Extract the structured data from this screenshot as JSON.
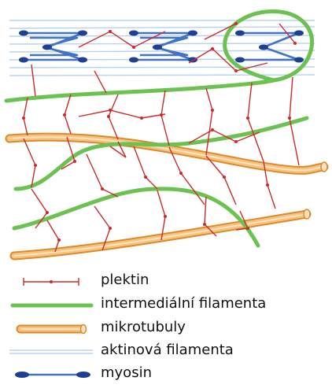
{
  "colors": {
    "plectin": "#cc2a2a",
    "intermediate_filament": "#6cc250",
    "microtubule_fill": "#f3b060",
    "microtubule_edge": "#dc8a2a",
    "actin": "#b9d3ef",
    "myosin": "#4373c9",
    "myosin_dark": "#1f3f93"
  },
  "legend": [
    {
      "key": "plectin",
      "label": "plektin",
      "icon": "plectin-line-icon"
    },
    {
      "key": "intermediate_filament",
      "label": "intermediální filamenta",
      "icon": "intermediate-filament-icon"
    },
    {
      "key": "microtubule",
      "label": "mikrotubuly",
      "icon": "microtubule-icon"
    },
    {
      "key": "actin",
      "label": "aktinová filamenta",
      "icon": "actin-filament-icon"
    },
    {
      "key": "myosin",
      "label": "myosin",
      "icon": "myosin-icon"
    }
  ]
}
